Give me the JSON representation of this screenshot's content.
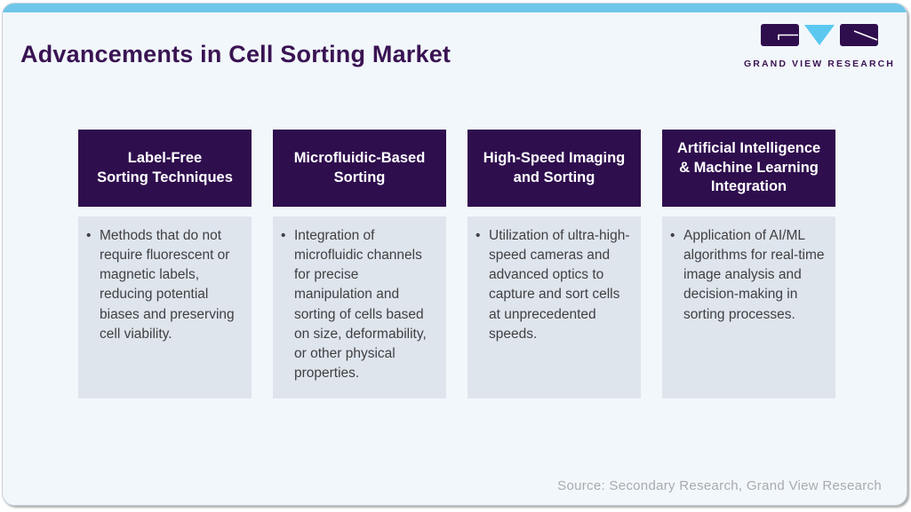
{
  "page": {
    "title": "Advancements in Cell Sorting Market",
    "logo_text": "GRAND VIEW RESEARCH",
    "source": "Source: Secondary Research, Grand View Research",
    "bullet_char": "•"
  },
  "colors": {
    "top_bar": "#6ec7ea",
    "card_background": "#f2f7fb",
    "header_purple": "#2f0e4e",
    "body_box": "#dee5ed",
    "title_purple": "#3a1353",
    "body_text": "#414042",
    "source_gray": "#a8abaf",
    "logo_blue": "#5bc8f0"
  },
  "cards": [
    {
      "title": "Label-Free\nSorting Techniques",
      "body": "Methods that do not require fluorescent or magnetic labels, reducing potential biases and preserving cell viability."
    },
    {
      "title": "Microfluidic-Based\nSorting",
      "body": "Integration of microfluidic channels for precise manipulation and sorting of cells based on size, deformability, or other physical properties."
    },
    {
      "title": "High-Speed Imaging\nand Sorting",
      "body": "Utilization of ultra-high-speed cameras and advanced optics to capture and sort cells at unprecedented speeds."
    },
    {
      "title": "Artificial Intelligence\n& Machine Learning\nIntegration",
      "body": "Application of AI/ML algorithms for real-time image analysis and decision-making in sorting processes."
    }
  ]
}
